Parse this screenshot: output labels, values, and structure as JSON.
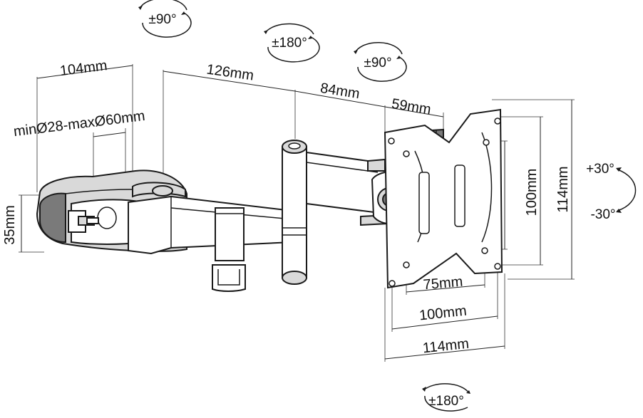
{
  "labels": {
    "clamp_width": "104mm",
    "clamp_range": "minØ28-maxØ60mm",
    "clamp_height": "35mm",
    "arm1_length": "126mm",
    "arm2_length": "84mm",
    "head_length": "59mm",
    "vesa_75_h": "75mm",
    "vesa_100_h": "100mm",
    "plate_114_h": "114mm",
    "vesa_75_w": "75mm",
    "vesa_100_w": "100mm",
    "plate_114_w": "114mm"
  },
  "rotations": {
    "clamp_swivel": "±90°",
    "arm_swivel": "±180°",
    "head_swivel": "±90°",
    "tilt_up": "+30°",
    "tilt_down": "-30°",
    "rotation": "±180°"
  },
  "colors": {
    "line": "#1a1a1a",
    "metal_light": "#d9d9d9",
    "metal_dark": "#7a7a7a"
  }
}
